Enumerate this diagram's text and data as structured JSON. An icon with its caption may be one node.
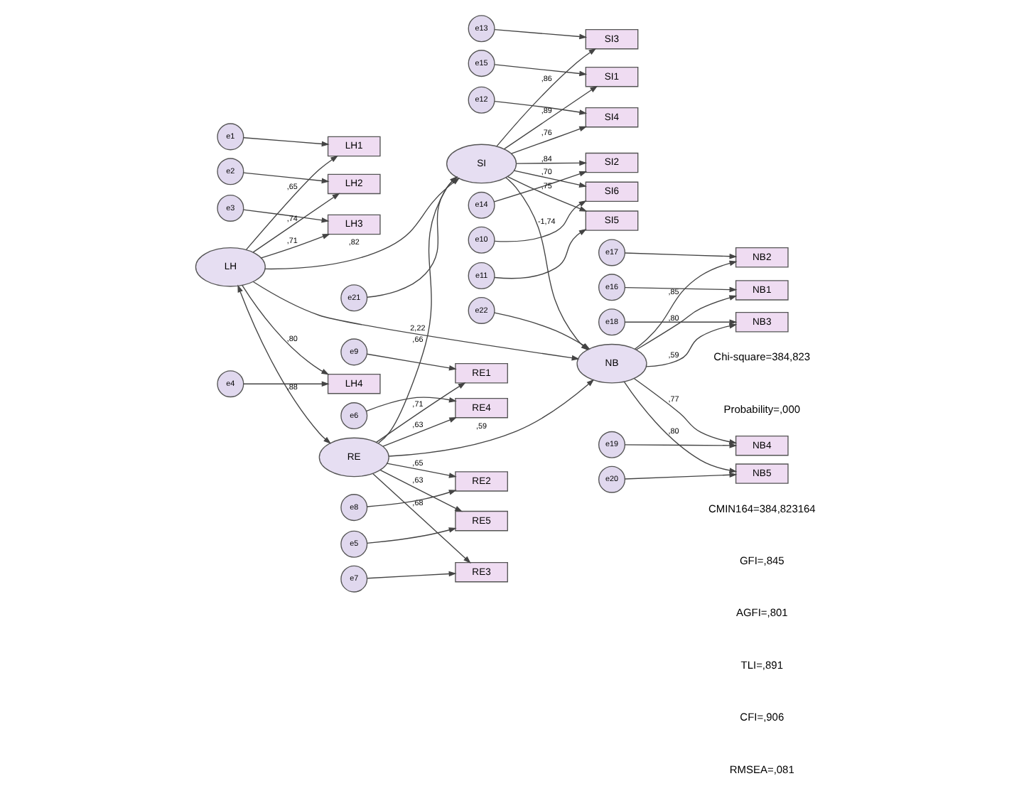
{
  "diagram": {
    "nodes": [
      {
        "text": [
          "e1"
        ]
      },
      {
        "text": [
          "e2"
        ]
      },
      {
        "text": [
          "e3"
        ]
      },
      {
        "text": [
          "e4"
        ]
      },
      {
        "text": [
          "LH1"
        ]
      },
      {
        "text": [
          "LH2"
        ]
      },
      {
        "text": [
          "LH3"
        ]
      },
      {
        "text": [
          "LH4"
        ]
      },
      {
        "text": [
          "LH"
        ]
      },
      {
        "text": [
          "e15"
        ]
      },
      {
        "text": [
          "e14"
        ]
      },
      {
        "text": [
          "e13"
        ]
      },
      {
        "text": [
          "e12"
        ]
      },
      {
        "text": [
          "e11"
        ]
      },
      {
        "text": [
          "e10"
        ]
      },
      {
        "text": [
          "SI1"
        ]
      },
      {
        "text": [
          "SI2"
        ]
      },
      {
        "text": [
          "SI3"
        ]
      },
      {
        "text": [
          "SI4"
        ]
      },
      {
        "text": [
          "SI5"
        ]
      },
      {
        "text": [
          "SI6"
        ]
      },
      {
        "text": [
          "e21"
        ]
      },
      {
        "text": [
          "SI"
        ]
      },
      {
        "text": [
          "e22"
        ]
      },
      {
        "text": [
          "NB"
        ]
      },
      {
        "text": [
          "NB1"
        ]
      },
      {
        "text": [
          "NB2"
        ]
      },
      {
        "text": [
          "NB3"
        ]
      },
      {
        "text": [
          "NB4"
        ]
      },
      {
        "text": [
          "NB5"
        ]
      },
      {
        "text": [
          "e16"
        ]
      },
      {
        "text": [
          "e17"
        ]
      },
      {
        "text": [
          "e18"
        ]
      },
      {
        "text": [
          "e19"
        ]
      },
      {
        "text": [
          "e20"
        ]
      },
      {
        "text": [
          "RE"
        ]
      },
      {
        "text": [
          "RE1"
        ]
      },
      {
        "text": [
          "RE2"
        ]
      },
      {
        "text": [
          "RE3"
        ]
      },
      {
        "text": [
          "RE4"
        ]
      },
      {
        "text": [
          "RE5"
        ]
      },
      {
        "text": [
          "e9"
        ]
      },
      {
        "text": [
          "e8"
        ]
      },
      {
        "text": [
          "e7"
        ]
      },
      {
        "text": [
          "e6"
        ]
      },
      {
        "text": [
          "e5"
        ]
      }
    ],
    "edges": [
      {
        "from": 0,
        "to": 4,
        "arrow": "to"
      },
      {
        "from": 1,
        "to": 5,
        "arrow": "to"
      },
      {
        "from": 2,
        "to": 6,
        "arrow": "to"
      },
      {
        "from": 3,
        "to": 7,
        "arrow": "to"
      },
      {
        "from": 8,
        "to": 4,
        "arrow": "to",
        "label": ",65"
      },
      {
        "from": 8,
        "to": 5,
        "arrow": "to",
        "label": ",74"
      },
      {
        "from": 8,
        "to": 6,
        "arrow": "to",
        "label": ",71"
      },
      {
        "from": 8,
        "to": 7,
        "arrow": "to",
        "label": ",80"
      },
      {
        "from": 9,
        "to": 15,
        "arrow": "to"
      },
      {
        "from": 10,
        "to": 16,
        "arrow": "to"
      },
      {
        "from": 11,
        "to": 17,
        "arrow": "to"
      },
      {
        "from": 12,
        "to": 18,
        "arrow": "to"
      },
      {
        "from": 13,
        "to": 19,
        "arrow": "to"
      },
      {
        "from": 14,
        "to": 20,
        "arrow": "to"
      },
      {
        "from": 22,
        "to": 15,
        "arrow": "to",
        "label": ",89"
      },
      {
        "from": 22,
        "to": 16,
        "arrow": "to",
        "label": ",84"
      },
      {
        "from": 22,
        "to": 17,
        "arrow": "to",
        "label": ",86"
      },
      {
        "from": 22,
        "to": 18,
        "arrow": "to",
        "label": ",76"
      },
      {
        "from": 22,
        "to": 19,
        "arrow": "to",
        "label": ",75"
      },
      {
        "from": 22,
        "to": 20,
        "arrow": "to",
        "label": ",70"
      },
      {
        "from": 8,
        "to": 22,
        "arrow": "to",
        "label": ",82"
      },
      {
        "from": 35,
        "to": 22,
        "arrow": "to",
        "label": ",66"
      },
      {
        "from": 21,
        "to": 22,
        "arrow": "to"
      },
      {
        "from": 8,
        "to": 24,
        "arrow": "to",
        "label": "2,22"
      },
      {
        "from": 22,
        "to": 24,
        "arrow": "to",
        "label": "-1,74"
      },
      {
        "from": 35,
        "to": 24,
        "arrow": "to",
        "label": ",59"
      },
      {
        "from": 23,
        "to": 24,
        "arrow": "to"
      },
      {
        "from": 24,
        "to": 25,
        "arrow": "to",
        "label": ",80"
      },
      {
        "from": 24,
        "to": 26,
        "arrow": "to",
        "label": ",85"
      },
      {
        "from": 24,
        "to": 27,
        "arrow": "to",
        "label": ",59"
      },
      {
        "from": 24,
        "to": 28,
        "arrow": "to",
        "label": ",77"
      },
      {
        "from": 24,
        "to": 29,
        "arrow": "to",
        "label": ",80"
      },
      {
        "from": 30,
        "to": 25,
        "arrow": "to"
      },
      {
        "from": 31,
        "to": 26,
        "arrow": "to"
      },
      {
        "from": 32,
        "to": 27,
        "arrow": "to"
      },
      {
        "from": 33,
        "to": 28,
        "arrow": "to"
      },
      {
        "from": 34,
        "to": 29,
        "arrow": "to"
      },
      {
        "from": 8,
        "to": 35,
        "arrow": "both",
        "label": ",88"
      },
      {
        "from": 35,
        "to": 36,
        "arrow": "to",
        "label": ",71"
      },
      {
        "from": 35,
        "to": 37,
        "arrow": "to",
        "label": ",65"
      },
      {
        "from": 35,
        "to": 38,
        "arrow": "to",
        "label": ",68"
      },
      {
        "from": 35,
        "to": 39,
        "arrow": "to",
        "label": ",63"
      },
      {
        "from": 35,
        "to": 40,
        "arrow": "to",
        "label": ",63"
      },
      {
        "from": 41,
        "to": 36,
        "arrow": "to"
      },
      {
        "from": 42,
        "to": 37,
        "arrow": "to"
      },
      {
        "from": 43,
        "to": 38,
        "arrow": "to"
      },
      {
        "from": 44,
        "to": 39,
        "arrow": "to"
      },
      {
        "from": 45,
        "to": 40,
        "arrow": "to"
      }
    ],
    "labels": [
      "Chi-square=384,823",
      "Probability=,000",
      "CMIN164=384,823164",
      "GFI=,845",
      "AGFI=,801",
      "TLI=,891",
      "CFI=,906",
      "RMSEA=,081"
    ]
  }
}
